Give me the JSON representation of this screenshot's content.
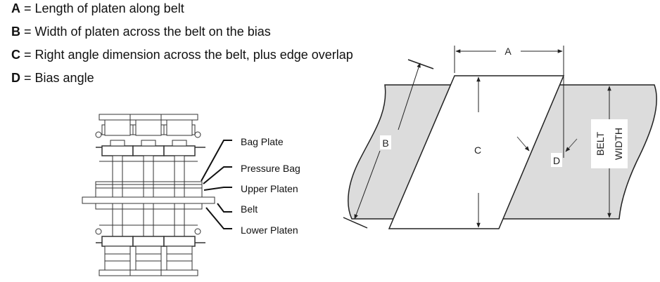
{
  "definitions": [
    {
      "key": "A",
      "text": "= Length of platen along belt"
    },
    {
      "key": "B",
      "text": "= Width of platen across the belt on the bias"
    },
    {
      "key": "C",
      "text": "= Right angle dimension across the belt, plus edge overlap"
    },
    {
      "key": "D",
      "text": "= Bias angle"
    }
  ],
  "press_diagram": {
    "labels": [
      "Bag Plate",
      "Pressure Bag",
      "Upper Platen",
      "Belt",
      "Lower Platen"
    ]
  },
  "bias_diagram": {
    "dim_a": "A",
    "dim_b": "B",
    "dim_c": "C",
    "dim_d": "D",
    "belt_width_1": "BELT",
    "belt_width_2": "WIDTH",
    "belt_color": "#dcdcdc"
  }
}
